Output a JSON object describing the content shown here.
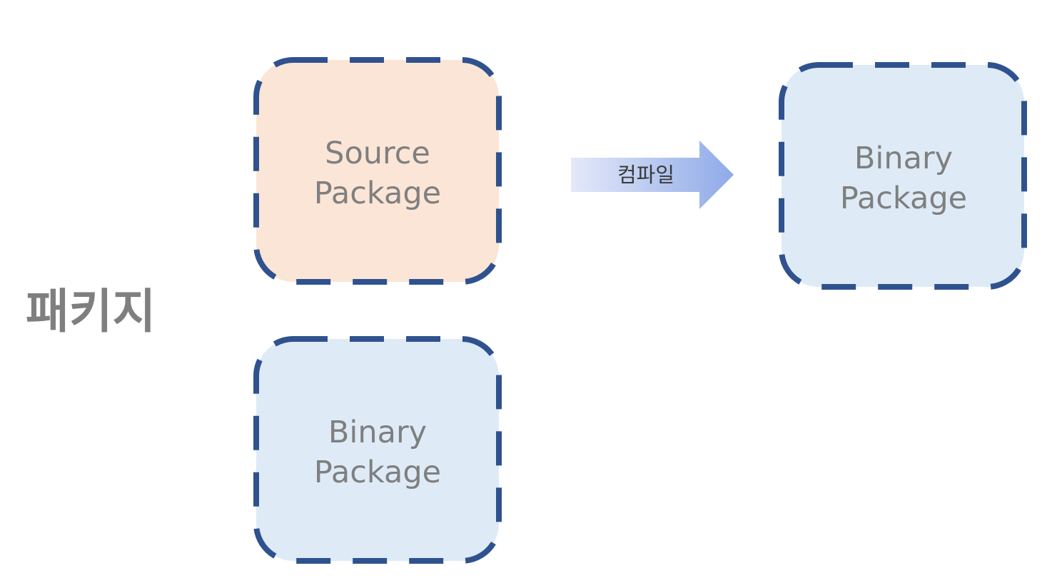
{
  "title": "패키지",
  "colors": {
    "border": "#2f528f",
    "source_fill": "#fbe5d6",
    "binary_fill": "#deebf7",
    "text": "#7f7f7f",
    "arrow_start": "#e4e9f9",
    "arrow_end": "#8faae8"
  },
  "source_package": {
    "line1": "Source",
    "line2": "Package"
  },
  "binary_package_bottom": {
    "line1": "Binary",
    "line2": "Package"
  },
  "compile_arrow": {
    "label": "컴파일"
  },
  "binary_package_right": {
    "line1": "Binary",
    "line2": "Package"
  }
}
